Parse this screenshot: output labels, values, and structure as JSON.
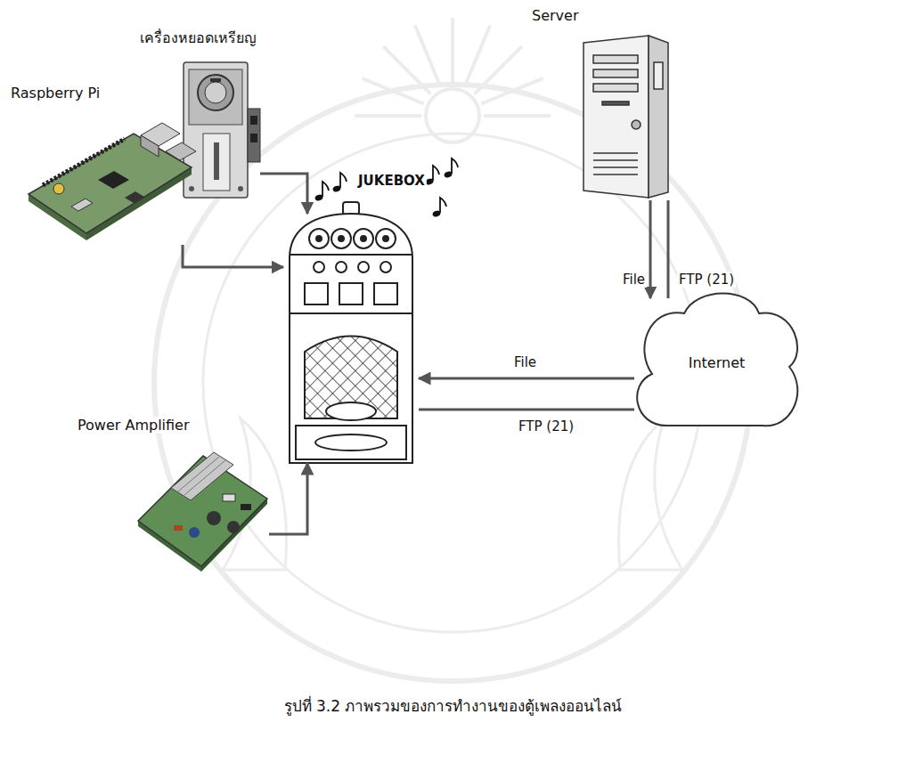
{
  "diagram": {
    "caption": "รูปที่ 3.2 ภาพรวมของการทำงานของตู้เพลงออนไลน์",
    "nodes": [
      {
        "text": [
          "เครื่องหยอดเหรียญ"
        ]
      },
      {
        "text": [
          "Raspberry Pi"
        ]
      },
      {
        "text": [
          "Power Amplifier"
        ]
      },
      {
        "text": [
          "JUKEBOX"
        ]
      },
      {
        "text": [
          "Server"
        ]
      },
      {
        "text": [
          "Internet"
        ]
      }
    ],
    "edges": [
      {
        "from": 0,
        "to": 3,
        "arrow": "to"
      },
      {
        "from": 1,
        "to": 3,
        "arrow": "to"
      },
      {
        "from": 2,
        "to": 3,
        "arrow": "to"
      },
      {
        "from": 4,
        "to": 5,
        "label": "File",
        "arrow": "to"
      },
      {
        "from": 4,
        "to": 5,
        "label": "FTP (21)",
        "arrow": "none"
      },
      {
        "from": 5,
        "to": 3,
        "label": "File",
        "arrow": "to"
      },
      {
        "from": 5,
        "to": 3,
        "label": "FTP (21)",
        "arrow": "none"
      }
    ]
  }
}
